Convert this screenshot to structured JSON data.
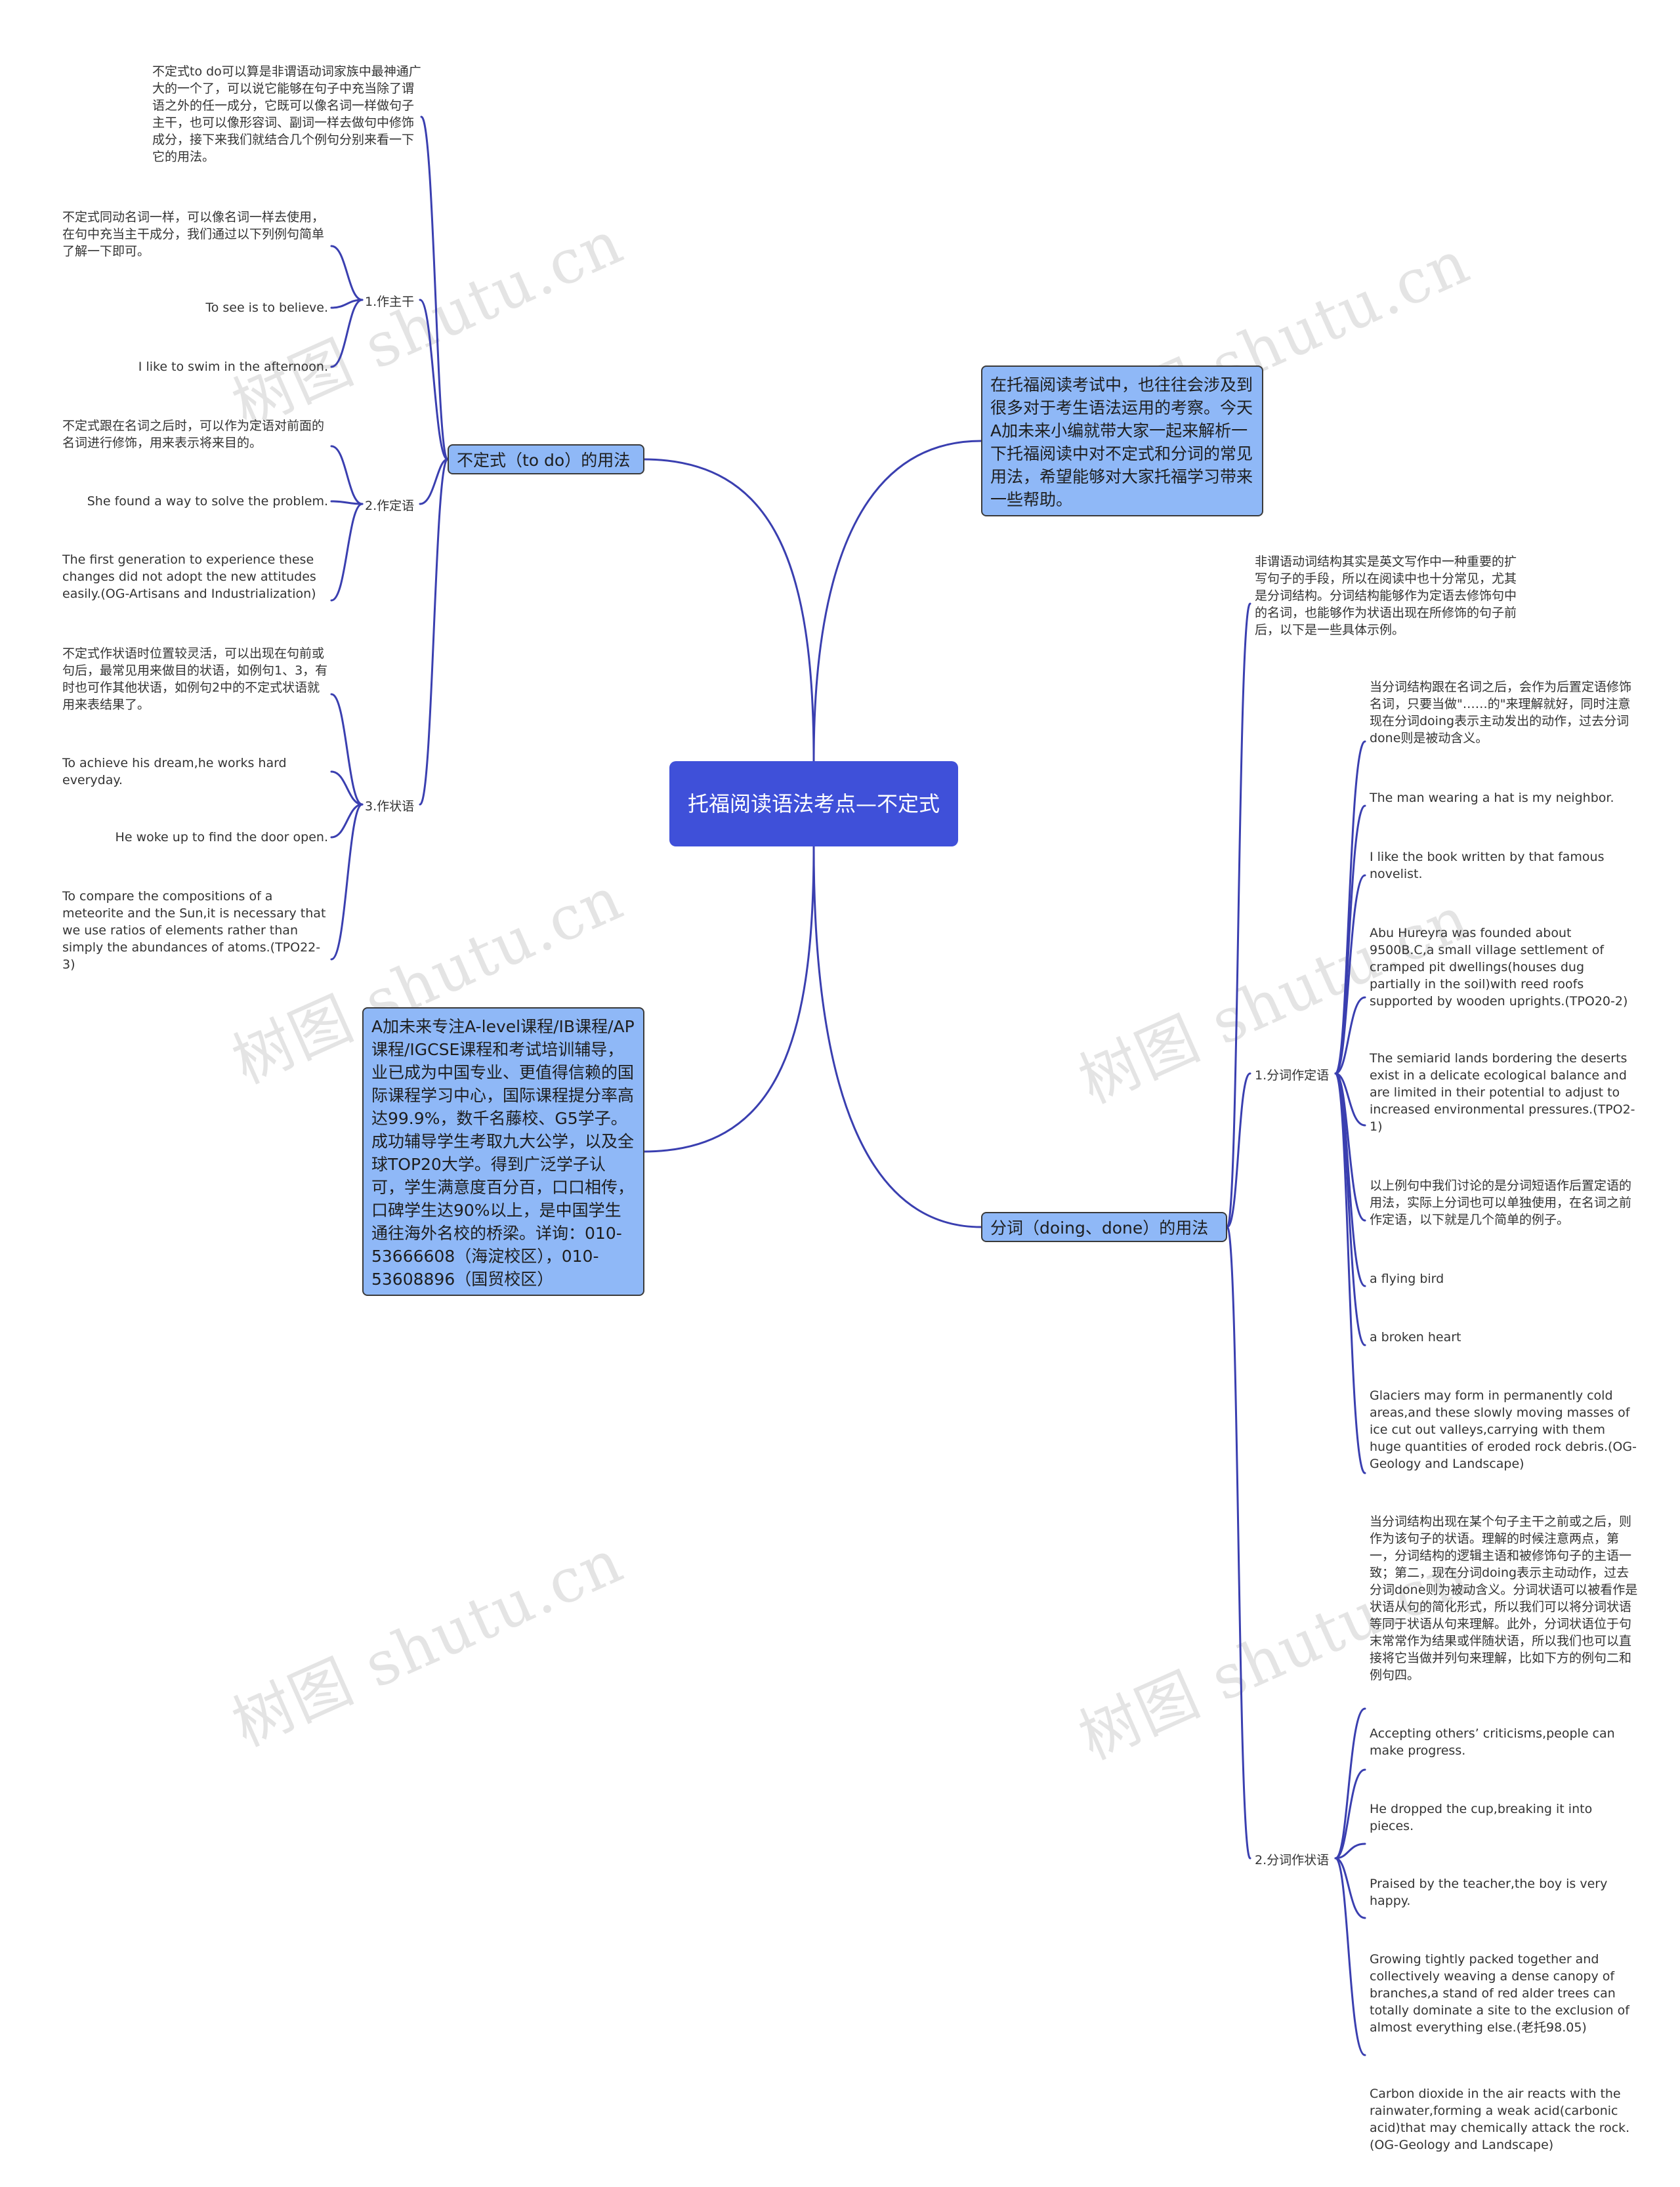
{
  "watermarks": [
    "树图 shutu.cn",
    "树图 shutu.cn",
    "树图 shutu.cn",
    "树图 shutu.cn",
    "树图 shutu.cn",
    "树图 shutu.cn"
  ],
  "colors": {
    "root_bg": "#3f50d9",
    "node_bg": "#8fb8f7",
    "connector": "#3a3fb0",
    "text": "#333333"
  },
  "root": {
    "label": "托福阅读语法考点—不定式"
  },
  "intro": {
    "text": "在托福阅读考试中，也往往会涉及到很多对于考生语法运用的考察。今天A加未来小编就带大家一起来解析一下托福阅读中对不定式和分词的常见用法，希望能够对大家托福学习带来一些帮助。"
  },
  "ad": {
    "text": "A加未来专注A-level课程/IB课程/AP课程/IGCSE课程和考试培训辅导，业已成为中国专业、更值得信赖的国际课程学习中心，国际课程提分率高达99.9%，数千名藤校、G5学子。成功辅导学生考取九大公学，以及全球TOP20大学。得到广泛学子认可，学生满意度百分百，口口相传，口碑学生达90%以上，是中国学生通往海外名校的桥梁。详询：010-53666608（海淀校区），010-53608896（国贸校区）"
  },
  "infinitive": {
    "label": "不定式（to do）的用法",
    "intro": "不定式to do可以算是非谓语动词家族中最神通广大的一个了，可以说它能够在句子中充当除了谓语之外的任一成分，它既可以像名词一样做句子主干，也可以像形容词、副词一样去做句中修饰成分，接下来我们就结合几个例句分别来看一下它的用法。",
    "groups": [
      {
        "label": "1.作主干",
        "items": [
          "不定式同动名词一样，可以像名词一样去使用，在句中充当主干成分，我们通过以下列例句简单了解一下即可。",
          "To see is to believe.",
          "I like to swim in the afternoon."
        ]
      },
      {
        "label": "2.作定语",
        "items": [
          "不定式跟在名词之后时，可以作为定语对前面的名词进行修饰，用来表示将来目的。",
          "She found a way to solve the problem.",
          "The first generation to experience these changes did not adopt the new attitudes easily.(OG-Artisans and Industrialization)"
        ]
      },
      {
        "label": "3.作状语",
        "items": [
          "不定式作状语时位置较灵活，可以出现在句前或句后，最常见用来做目的状语，如例句1、3，有时也可作其他状语，如例句2中的不定式状语就用来表结果了。",
          "To achieve his dream,he works hard everyday.",
          "He woke up to find the door open.",
          "To compare the compositions of a meteorite and the Sun,it is necessary that  we use ratios of elements rather than simply the abundances of atoms.(TPO22-3)"
        ]
      }
    ]
  },
  "participle": {
    "label": "分词（doing、done）的用法",
    "intro": "非谓语动词结构其实是英文写作中一种重要的扩写句子的手段，所以在阅读中也十分常见，尤其是分词结构。分词结构能够作为定语去修饰句中的名词，也能够作为状语出现在所修饰的句子前后，以下是一些具体示例。",
    "groups": [
      {
        "label": "1.分词作定语",
        "items": [
          "当分词结构跟在名词之后，会作为后置定语修饰名词，只要当做\"……的\"来理解就好，同时注意现在分词doing表示主动发出的动作，过去分词done则是被动含义。",
          "The man wearing a hat is my neighbor.",
          "I like the book written by that famous novelist.",
          "Abu Hureyra was founded about 9500B.C,a small village settlement of cramped pit  dwellings(houses dug partially in the soil)with reed roofs supported by wooden uprights.(TPO20-2)",
          "The semiarid lands bordering the deserts exist in a delicate ecological balance and are limited in their potential to adjust to increased environmental pressures.(TPO2-1)",
          "以上例句中我们讨论的是分词短语作后置定语的用法，实际上分词也可以单独使用，在名词之前作定语，以下就是几个简单的例子。",
          "a flying bird",
          "a broken heart",
          "Glaciers may form in permanently cold areas,and these slowly moving masses of ice cut out valleys,carrying with them huge quantities of eroded rock debris.(OG-Geology and Landscape)"
        ]
      },
      {
        "label": "2.分词作状语",
        "items": [
          "当分词结构出现在某个句子主干之前或之后，则作为该句子的状语。理解的时候注意两点，第一，分词结构的逻辑主语和被修饰句子的主语一致；第二，现在分词doing表示主动动作，过去分词done则为被动含义。分词状语可以被看作是状语从句的简化形式，所以我们可以将分词状语等同于状语从句来理解。此外，分词状语位于句末常常作为结果或伴随状语，所以我们也可以直接将它当做并列句来理解，比如下方的例句二和例句四。",
          "Accepting others’ criticisms,people can make progress.",
          "He dropped the cup,breaking it into pieces.",
          "Praised by the teacher,the boy is very happy.",
          "Growing tightly packed together and collectively weaving a dense canopy of branches,a stand of red alder trees can totally dominate a site to the exclusion of  almost everything else.(老托98.05)",
          "Carbon dioxide in the air reacts with the rainwater,forming a weak acid(carbonic acid)that may chemically attack the rock.(OG-Geology and Landscape)"
        ]
      }
    ]
  }
}
